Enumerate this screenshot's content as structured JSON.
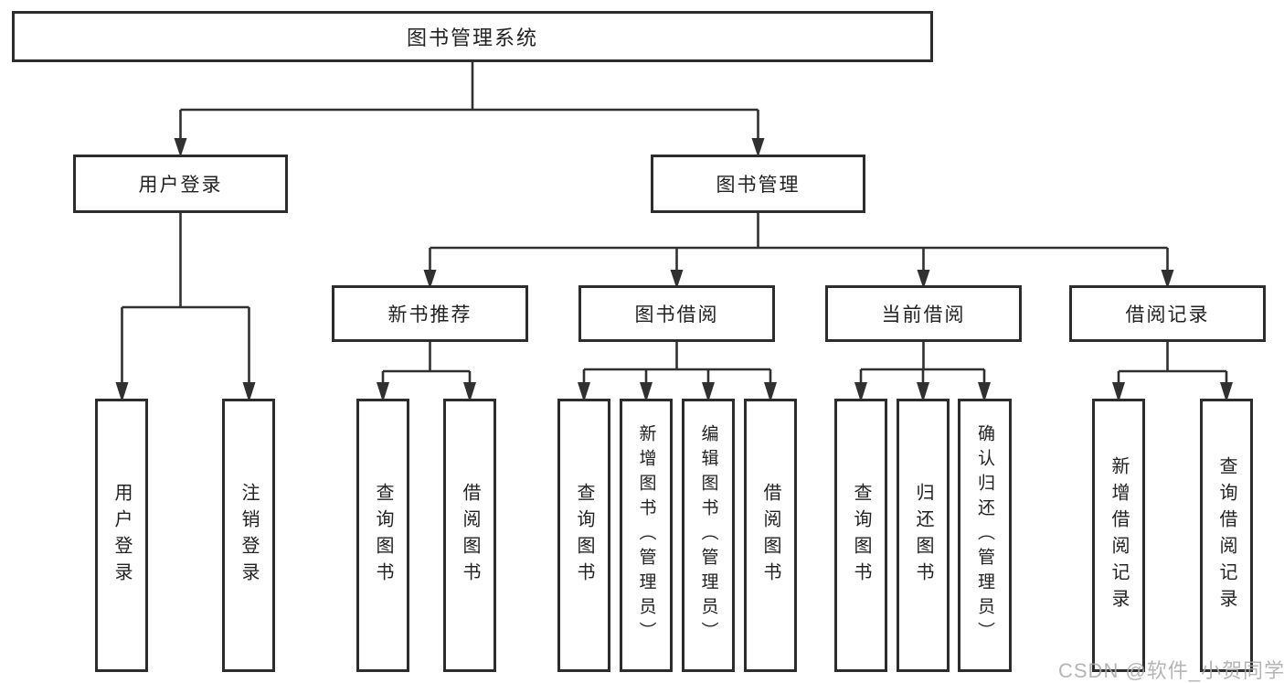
{
  "diagram": {
    "root": {
      "label": "图书管理系统"
    },
    "branches": [
      {
        "label": "用户登录",
        "children": [
          {
            "label": "用户登录"
          },
          {
            "label": "注销登录"
          }
        ]
      },
      {
        "label": "图书管理",
        "children": [
          {
            "label": "新书推荐",
            "children": [
              {
                "label": "查询图书"
              },
              {
                "label": "借阅图书"
              }
            ]
          },
          {
            "label": "图书借阅",
            "children": [
              {
                "label": "查询图书"
              },
              {
                "label": "新增图书（管理员）"
              },
              {
                "label": "编辑图书（管理员）"
              },
              {
                "label": "借阅图书"
              }
            ]
          },
          {
            "label": "当前借阅",
            "children": [
              {
                "label": "查询图书"
              },
              {
                "label": "归还图书"
              },
              {
                "label": "确认归还（管理员）"
              }
            ]
          },
          {
            "label": "借阅记录",
            "children": [
              {
                "label": "新增借阅记录"
              },
              {
                "label": "查询借阅记录"
              }
            ]
          }
        ]
      }
    ]
  },
  "watermark": {
    "text": "CSDN @软件_小贺同学"
  },
  "colors": {
    "line": "#303030",
    "box_border": "#2d2d2d",
    "box_fill": "#ffffff",
    "text": "#222222",
    "background": "#ffffff",
    "watermark": "#ababab"
  }
}
